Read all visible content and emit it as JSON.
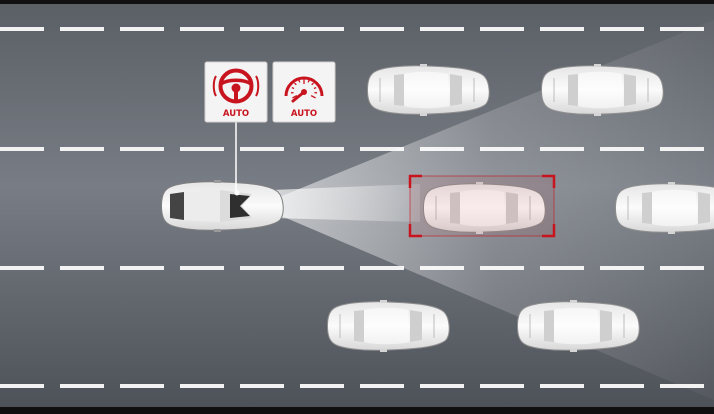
{
  "colors": {
    "road_dark": "#4f535a",
    "road_light": "#767b83",
    "lane_marking": "#f2f2f2",
    "accent_red": "#c8141e",
    "badge_bg": "#f4f4f4",
    "car_body": "#f2f2f2"
  },
  "icons": {
    "steering": "steering-wheel-icon",
    "speed": "speedometer-icon"
  },
  "badges": [
    {
      "id": "steering-auto",
      "icon": "steering-wheel-icon",
      "label": "AUTO"
    },
    {
      "id": "speed-auto",
      "icon": "speedometer-icon",
      "label": "AUTO"
    }
  ],
  "vehicles": {
    "ego": {
      "role": "ego-vehicle"
    },
    "target": {
      "role": "target-vehicle",
      "highlighted": true
    },
    "others": [
      "surrounding-vehicle",
      "surrounding-vehicle",
      "surrounding-vehicle",
      "surrounding-vehicle",
      "surrounding-vehicle"
    ]
  }
}
